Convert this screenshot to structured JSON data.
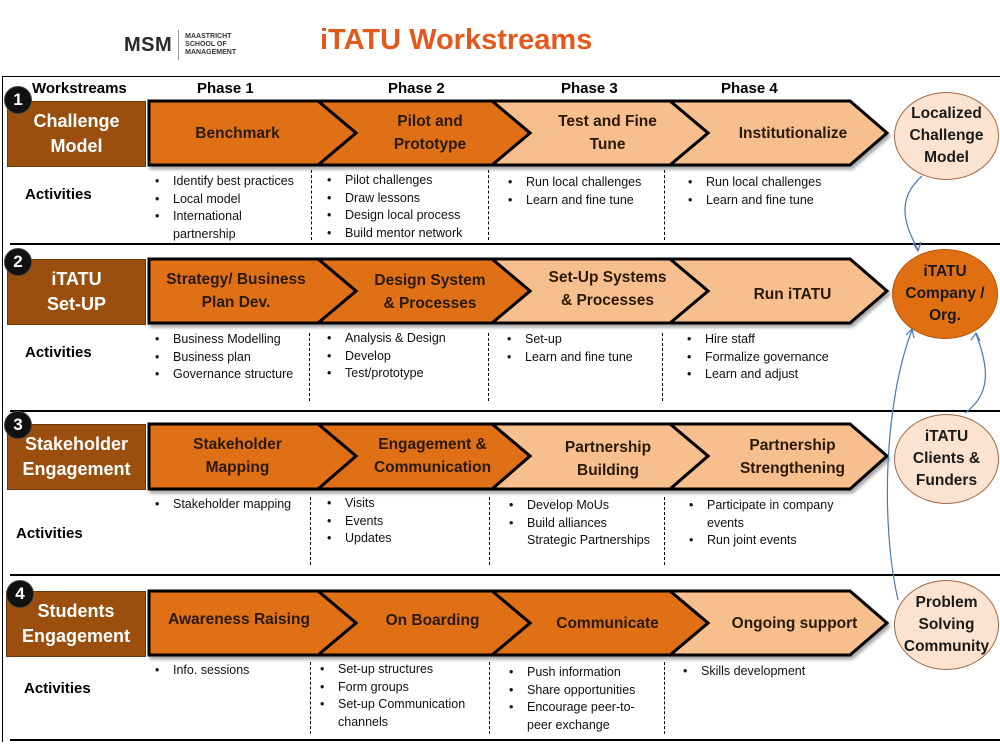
{
  "header": {
    "logo": {
      "mark": "MSM",
      "line1": "MAASTRICHT",
      "line2": "SCHOOL OF",
      "line3": "MANAGEMENT"
    },
    "title": "iTATU Workstreams"
  },
  "columns": {
    "workstreams": "Workstreams",
    "phases": [
      "Phase 1",
      "Phase 2",
      "Phase 3",
      "Phase 4"
    ]
  },
  "colors": {
    "title": "#e2591b",
    "workstream_box": "#9a4f0e",
    "phase_dark": "#e06f12",
    "phase_light": "#f8bf8e",
    "outcome_light": "#fbe3cf",
    "outcome_dark": "#e06f12",
    "connector": "#4a78b8"
  },
  "workstreams": [
    {
      "number": "1",
      "name_line1": "Challenge",
      "name_line2": "Model",
      "activities_label": "Activities",
      "phases": [
        {
          "label": "Benchmark",
          "activities": [
            "Identify best practices",
            "Local model",
            "International",
            "partnership"
          ]
        },
        {
          "label": "Pilot and Prototype",
          "activities": [
            "Pilot challenges",
            "Draw lessons",
            "Design local process",
            "Build mentor network"
          ]
        },
        {
          "label": "Test and Fine Tune",
          "activities": [
            "Run local challenges",
            "Learn and fine tune"
          ]
        },
        {
          "label": "Institutionalize",
          "activities": [
            "Run local challenges",
            "Learn and fine tune"
          ]
        }
      ],
      "outcome": "Localized Challenge Model"
    },
    {
      "number": "2",
      "name_line1": "iTATU",
      "name_line2": "Set-UP",
      "activities_label": "Activities",
      "phases": [
        {
          "label": "Strategy/ Business Plan Dev.",
          "activities": [
            "Business Modelling",
            "Business plan",
            "Governance structure"
          ]
        },
        {
          "label": "Design System & Processes",
          "activities": [
            "Analysis & Design",
            "Develop",
            "Test/prototype"
          ]
        },
        {
          "label": "Set-Up Systems & Processes",
          "activities": [
            "Set-up",
            "Learn and fine tune"
          ]
        },
        {
          "label": "Run iTATU",
          "activities": [
            "Hire staff",
            "Formalize governance",
            "Learn and adjust"
          ]
        }
      ],
      "outcome": "iTATU Company / Org."
    },
    {
      "number": "3",
      "name_line1": "Stakeholder",
      "name_line2": "Engagement",
      "activities_label": "Activities",
      "phases": [
        {
          "label": "Stakeholder Mapping",
          "activities": [
            "Stakeholder mapping"
          ]
        },
        {
          "label": "Engagement & Communication",
          "activities": [
            "Visits",
            "Events",
            "Updates"
          ]
        },
        {
          "label": "Partnership Building",
          "activities": [
            "Develop MoUs",
            "Build alliances",
            "Strategic Partnerships"
          ]
        },
        {
          "label": "Partnership Strengthening",
          "activities": [
            "Participate in company",
            "events",
            "Run joint events"
          ]
        }
      ],
      "outcome": "iTATU Clients & Funders"
    },
    {
      "number": "4",
      "name_line1": "Students",
      "name_line2": "Engagement",
      "activities_label": "Activities",
      "phases": [
        {
          "label": "Awareness Raising",
          "activities": [
            "Info. sessions"
          ]
        },
        {
          "label": "On Boarding",
          "activities": [
            "Set-up structures",
            "Form groups",
            "Set-up Communication",
            "channels"
          ]
        },
        {
          "label": "Communicate",
          "activities": [
            "Push information",
            "Share opportunities",
            "Encourage peer-to-",
            "peer exchange"
          ]
        },
        {
          "label": "Ongoing support",
          "activities": [
            "Skills development"
          ]
        }
      ],
      "outcome": "Problem Solving Community"
    }
  ],
  "label_lines": {
    "r1p2": [
      "Pilot and",
      "Prototype"
    ],
    "r1p3": [
      "Test and Fine",
      "Tune"
    ],
    "r1o": [
      "Localized",
      "Challenge",
      "Model"
    ],
    "r2p1": [
      "Strategy/ Business",
      "Plan Dev."
    ],
    "r2p2": [
      "Design System",
      "& Processes"
    ],
    "r2p3": [
      "Set-Up Systems",
      "& Processes"
    ],
    "r2o": [
      "iTATU",
      "Company /",
      "Org."
    ],
    "r3p1": [
      "Stakeholder",
      "Mapping"
    ],
    "r3p2": [
      "Engagement &",
      "Communication"
    ],
    "r3p3": [
      "Partnership",
      "Building"
    ],
    "r3p4": [
      "Partnership",
      "Strengthening"
    ],
    "r3o": [
      "iTATU",
      "Clients &",
      "Funders"
    ],
    "r4o": [
      "Problem",
      "Solving",
      "Community"
    ]
  }
}
